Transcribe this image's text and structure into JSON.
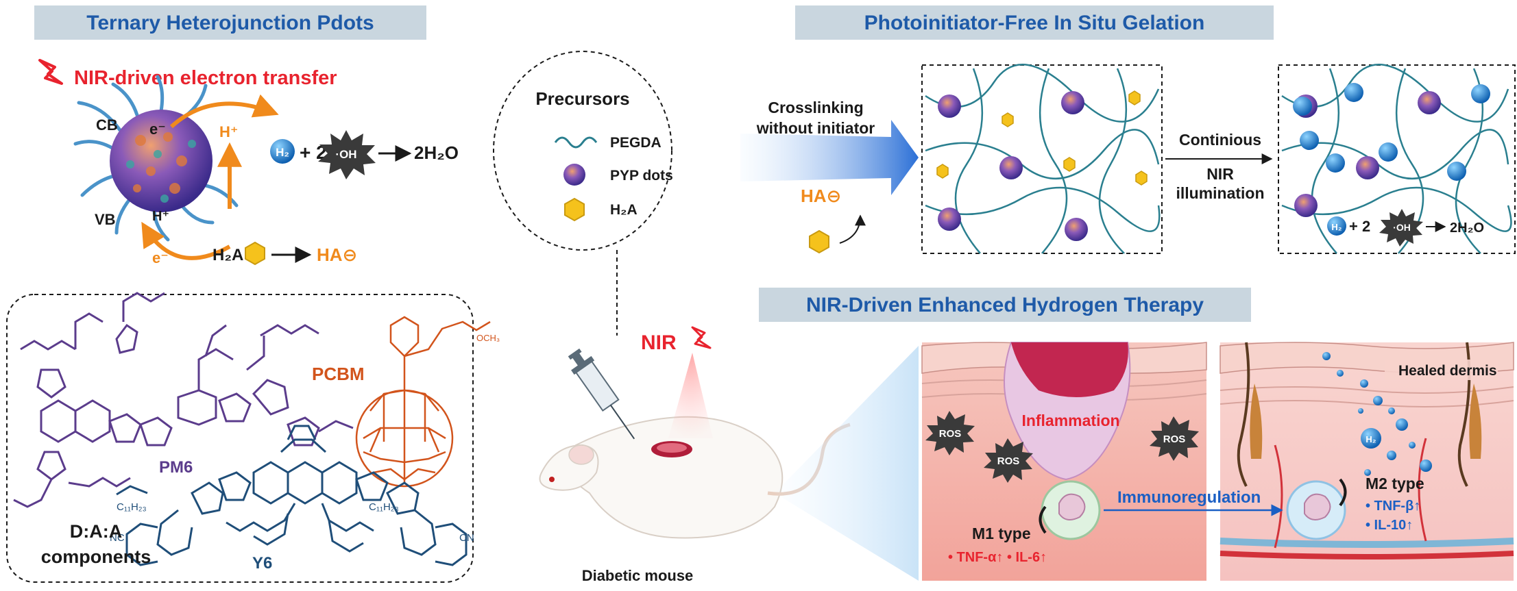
{
  "panels": {
    "pdots": {
      "title": "Ternary Heterojunction Pdots",
      "nir_label": "NIR-driven electron transfer",
      "cb": "CB",
      "vb": "VB",
      "electron": "e⁻",
      "hole": "H⁺",
      "h_plus": "H⁺",
      "e_minus": "e⁻",
      "h2": "H₂",
      "plus2": "+ 2",
      "oh": "·OH",
      "arrow_product": "2H₂O",
      "h2a": "H₂A",
      "ha": "HA⊖"
    },
    "components": {
      "pm6": "PM6",
      "pcbm": "PCBM",
      "y6": "Y6",
      "c11h23_a": "C₁₁H₂₃",
      "c11h23_b": "C₁₁H₂₃",
      "och3": "OCH₃",
      "nc": "NC",
      "cn": "CN",
      "label_line1": "D:A:A",
      "label_line2": "components"
    },
    "gelation": {
      "title": "Photoinitiator-Free In Situ Gelation",
      "precursors_title": "Precursors",
      "legend": [
        "PEGDA",
        "PYP dots",
        "H₂A"
      ],
      "crosslink_line1": "Crosslinking",
      "crosslink_line2": "without initiator",
      "ha": "HA⊖",
      "continuous": "Continious",
      "nir_line1": "NIR",
      "nir_line2": "illumination",
      "h2": "H₂",
      "plus2": "+ 2",
      "oh": "·OH",
      "product": "2H₂O"
    },
    "therapy": {
      "title": "NIR-Driven Enhanced Hydrogen Therapy",
      "nir": "NIR",
      "mouse_label": "Diabetic mouse",
      "ros": "ROS",
      "inflammation": "Inflammation",
      "healed": "Healed dermis",
      "immuno": "Immunoregulation",
      "m1_title": "M1 type",
      "m1_markers": "• TNF-α↑  • IL-6↑",
      "m2_title": "M2 type",
      "m2_marker1": "• TNF-β↑",
      "m2_marker2": "• IL-10↑",
      "h2": "H₂"
    }
  },
  "colors": {
    "header_bg": "#c9d6df",
    "header_text": "#1e5aa8",
    "nir_red": "#e8232e",
    "orange": "#f08a1c",
    "pm6_purple": "#5b3c8c",
    "pcbm_orange": "#d2541c",
    "y6_blue": "#1f4e79",
    "hydrogel_line": "#2a7f8f",
    "h2_blue": "#1b7fd1"
  }
}
